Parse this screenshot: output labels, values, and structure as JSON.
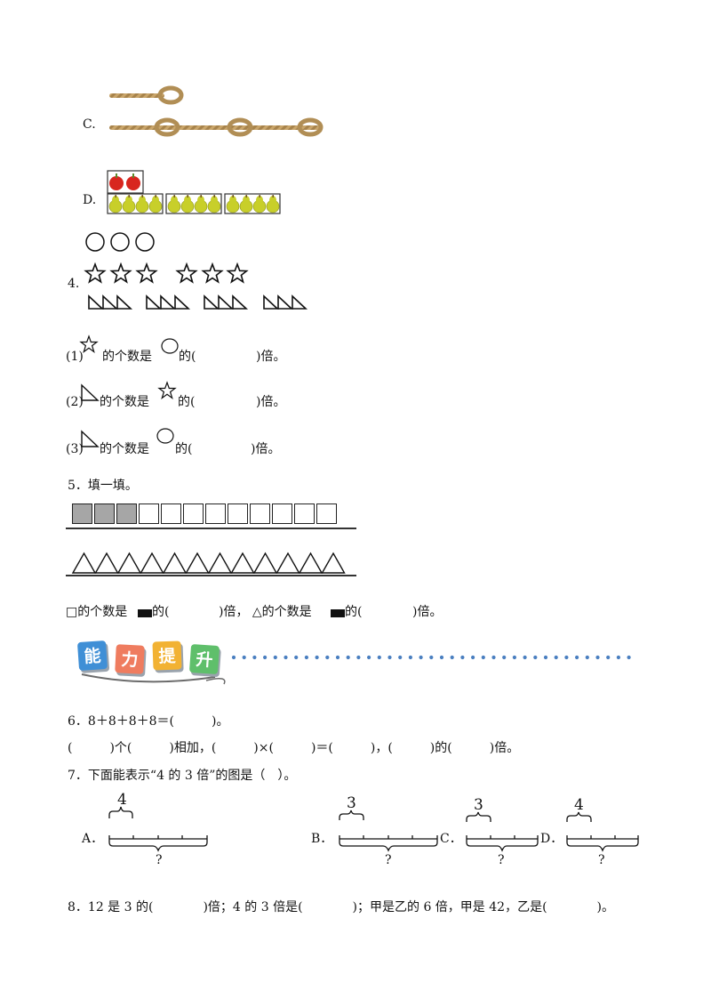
{
  "q3": {
    "option_c": "C.",
    "option_d": "D."
  },
  "q4": {
    "number": "4.",
    "sub1": {
      "prefix": "(1)",
      "mid": "的个数是",
      "end": "的(",
      "tail": ")倍。"
    },
    "sub2": {
      "prefix": "(2)",
      "mid": "的个数是",
      "end": "的(",
      "tail": ")倍。"
    },
    "sub3": {
      "prefix": "(3)",
      "mid": "的个数是",
      "end": "的(",
      "tail": ")倍。"
    }
  },
  "q5": {
    "title": "5．填一填。",
    "gray_squares": 3,
    "white_squares": 9,
    "triangles": 12,
    "sentence_a": "□的个数是",
    "sentence_b": " 的(",
    "sentence_c": ")倍，  △的个数是",
    "sentence_d": "的(",
    "sentence_e": ")倍。"
  },
  "banner": {
    "chars": [
      "能",
      "力",
      "提",
      "升"
    ],
    "colors": [
      "#3f8fd6",
      "#ef7c5f",
      "#f2b233",
      "#5fbf6b"
    ],
    "dot_color": "#4a7fc0"
  },
  "q6": {
    "line1": "6．8＋8＋8＋8＝(　　　)。",
    "line2": "(　　　)个(　　　)相加，(　　　)×(　　　)＝(　　　)，(　　　)的(　　　)倍。"
  },
  "q7": {
    "title": "7．下面能表示“4 的 3 倍”的图是（　）。",
    "options": [
      {
        "label": "A．",
        "top": "4",
        "bottom": "?"
      },
      {
        "label": "B．",
        "top": "3",
        "bottom": "?"
      },
      {
        "label": "C．",
        "top": "3",
        "bottom": "?"
      },
      {
        "label": "D．",
        "top": "4",
        "bottom": "?"
      }
    ]
  },
  "q8": {
    "text": "8．12 是 3 的(　　　　)倍；4 的 3 倍是(　　　　)；甲是乙的 6 倍，甲是 42，乙是(　　　　)。"
  }
}
